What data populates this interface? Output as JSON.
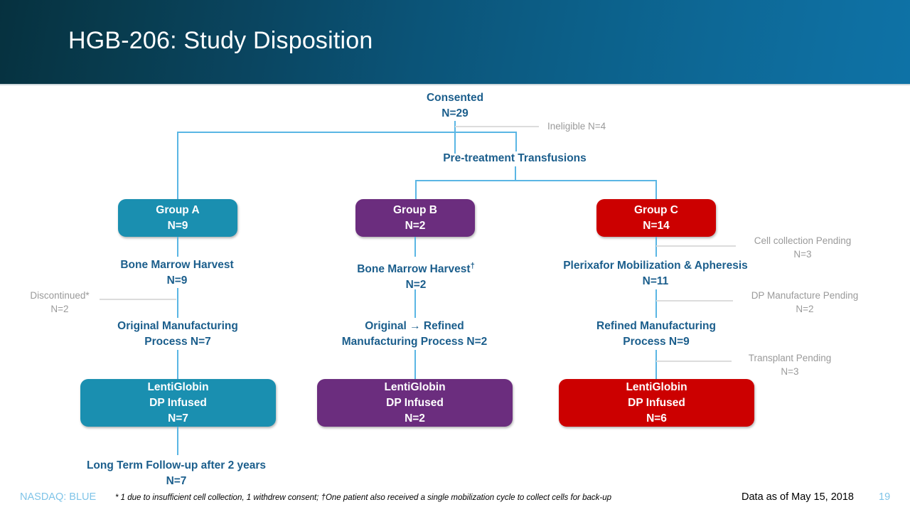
{
  "slide": {
    "title": "HGB-206: Study Disposition",
    "theme": {
      "title_gradient_from": "#06313f",
      "title_gradient_to": "#0e72a6",
      "flow_text": "#1b5e8c",
      "connector": "#5ab6e4",
      "gray_note": "#9a9a9a",
      "group_a": "#1a8fb0",
      "group_b": "#6b2d7e",
      "group_c": "#cc0000",
      "accent_light_blue": "#7fc4e8"
    }
  },
  "flow": {
    "consented": {
      "label": "Consented",
      "n": "N=29"
    },
    "ineligible": {
      "label": "Ineligible  N=4"
    },
    "pretreatment": {
      "label": "Pre-treatment Transfusions"
    },
    "groups": [
      {
        "id": "a",
        "label": "Group A",
        "n": "N=9",
        "color": "#1a8fb0"
      },
      {
        "id": "b",
        "label": "Group B",
        "n": "N=2",
        "color": "#6b2d7e"
      },
      {
        "id": "c",
        "label": "Group C",
        "n": "N=14",
        "color": "#cc0000"
      }
    ],
    "harvest": [
      {
        "id": "a",
        "label": "Bone Marrow Harvest",
        "dagger": "",
        "n": "N=9"
      },
      {
        "id": "b",
        "label": "Bone Marrow Harvest",
        "dagger": "†",
        "n": "N=2"
      },
      {
        "id": "c",
        "label": "Plerixafor Mobilization & Apheresis",
        "dagger": "",
        "n": "N=11"
      }
    ],
    "manufacturing": [
      {
        "id": "a",
        "line1": "Original Manufacturing",
        "line2": "Process N=7"
      },
      {
        "id": "b",
        "line1": "Original → Refined",
        "line2": "Manufacturing Process N=2"
      },
      {
        "id": "c",
        "line1": "Refined Manufacturing",
        "line2": "Process N=9"
      }
    ],
    "infused": [
      {
        "id": "a",
        "line1": "LentiGlobin",
        "line2": "DP Infused",
        "n": "N=7",
        "color": "#1a8fb0"
      },
      {
        "id": "b",
        "line1": "LentiGlobin",
        "line2": "DP Infused",
        "n": "N=2",
        "color": "#6b2d7e"
      },
      {
        "id": "c",
        "line1": "LentiGlobin",
        "line2": "DP Infused",
        "n": "N=6",
        "color": "#cc0000"
      }
    ],
    "followup": {
      "label": "Long Term Follow-up after 2 years",
      "n": "N=7"
    },
    "notes": {
      "discontinued": {
        "label": "Discontinued*",
        "n": "N=2"
      },
      "cell_collection_pending": {
        "label": "Cell collection Pending",
        "n": "N=3"
      },
      "dp_manufacture_pending": {
        "label": "DP Manufacture Pending",
        "n": "N=2"
      },
      "transplant_pending": {
        "label": "Transplant Pending",
        "n": "N=3"
      }
    }
  },
  "footer": {
    "nasdaq": "NASDAQ: BLUE",
    "footnote": "* 1 due to insufficient cell collection, 1 withdrew consent; †One patient also received a single mobilization cycle to collect cells for back-up",
    "data_as_of": "Data as of May 15, 2018",
    "page_number": "19"
  }
}
